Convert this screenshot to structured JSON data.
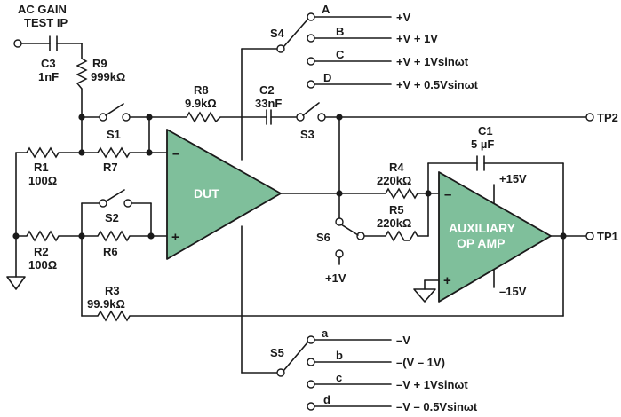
{
  "title": "",
  "input": {
    "line1": "AC GAIN",
    "line2": "TEST IP"
  },
  "components": {
    "c3": {
      "name": "C3",
      "value": "1nF"
    },
    "r9": {
      "name": "R9",
      "value": "999kΩ"
    },
    "r8": {
      "name": "R8",
      "value": "9.9kΩ"
    },
    "c2": {
      "name": "C2",
      "value": "33nF"
    },
    "r1": {
      "name": "R1",
      "value": "100Ω"
    },
    "r7": {
      "name": "R7"
    },
    "r2": {
      "name": "R2",
      "value": "100Ω"
    },
    "r6": {
      "name": "R6"
    },
    "r3": {
      "name": "R3",
      "value": "99.9kΩ"
    },
    "r4": {
      "name": "R4",
      "value": "220kΩ"
    },
    "r5": {
      "name": "R5",
      "value": "220kΩ"
    },
    "c1": {
      "name": "C1",
      "value": "5 µF"
    }
  },
  "switches": {
    "s1": "S1",
    "s2": "S2",
    "s3": "S3",
    "s4": "S4",
    "s5": "S5",
    "s6": "S6"
  },
  "amplifiers": {
    "dut": {
      "label": "DUT",
      "inv": "–",
      "noninv": "+"
    },
    "aux": {
      "line1": "AUXILIARY",
      "line2": "OP AMP",
      "inv": "–",
      "noninv": "+"
    }
  },
  "supplies": {
    "pos": "+15V",
    "neg": "–15V",
    "s6_ref": "+1V"
  },
  "s4_options": [
    {
      "key": "A",
      "voltage": "+V"
    },
    {
      "key": "B",
      "voltage": "+V + 1V"
    },
    {
      "key": "C",
      "voltage": "+V + 1Vsinωt"
    },
    {
      "key": "D",
      "voltage": "+V + 0.5Vsinωt"
    }
  ],
  "s5_options": [
    {
      "key": "a",
      "voltage": "–V"
    },
    {
      "key": "b",
      "voltage": "–(V – 1V)"
    },
    {
      "key": "c",
      "voltage": "–V + 1Vsinωt"
    },
    {
      "key": "d",
      "voltage": "–V – 0.5Vsinωt"
    }
  ],
  "test_points": {
    "tp1": "TP1",
    "tp2": "TP2"
  }
}
